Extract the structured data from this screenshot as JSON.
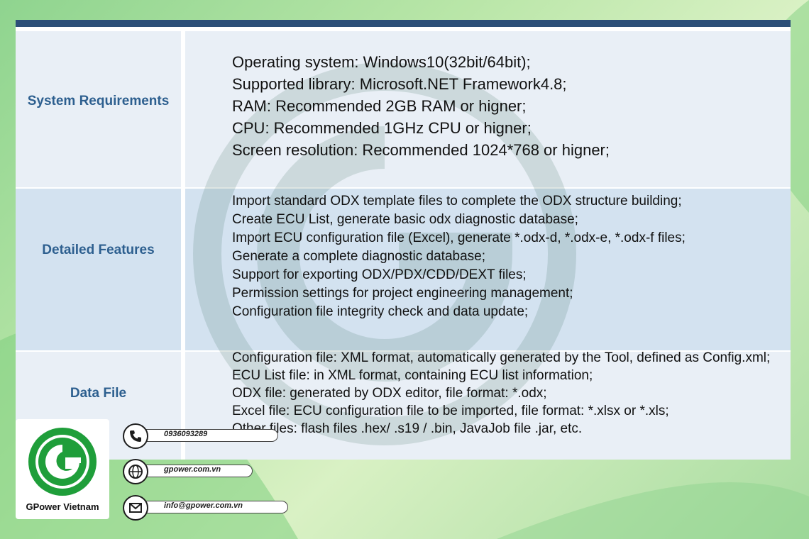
{
  "rows": [
    {
      "label": "System Requirements",
      "lines": [
        "Operating system: Windows10(32bit/64bit);",
        "Supported library: Microsoft.NET Framework4.8;",
        "RAM: Recommended 2GB RAM or higner;",
        "CPU: Recommended 1GHz CPU or higner;",
        "Screen resolution: Recommended 1024*768 or higner;"
      ]
    },
    {
      "label": "Detailed Features",
      "lines": [
        "Import standard ODX template files to complete the ODX structure building;",
        "Create ECU List, generate basic odx diagnostic database;",
        "Import ECU configuration file (Excel), generate *.odx-d, *.odx-e, *.odx-f files;",
        "Generate a complete diagnostic database;",
        "Support for exporting ODX/PDX/CDD/DEXT files;",
        "Permission settings for project engineering management;",
        "Configuration file integrity check and data update;"
      ]
    },
    {
      "label": "Data File",
      "lines": [
        "Configuration file: XML format, automatically generated by the Tool, defined as Config.xml;",
        "ECU List file: in XML format, containing ECU list information;",
        "ODX file: generated by ODX editor, file format: *.odx;",
        "Excel file: ECU configuration file to be imported, file format: *.xlsx or *.xls;",
        "Other files: flash files .hex/ .s19 / .bin, JavaJob file .jar, etc."
      ]
    }
  ],
  "brand": {
    "name": "GPower Vietnam",
    "accent_color": "#2c4f78",
    "logo_green": "#1f9e3a"
  },
  "contacts": {
    "phone": "0936093289",
    "website": "gpower.com.vn",
    "email": "info@gpower.com.vn"
  }
}
